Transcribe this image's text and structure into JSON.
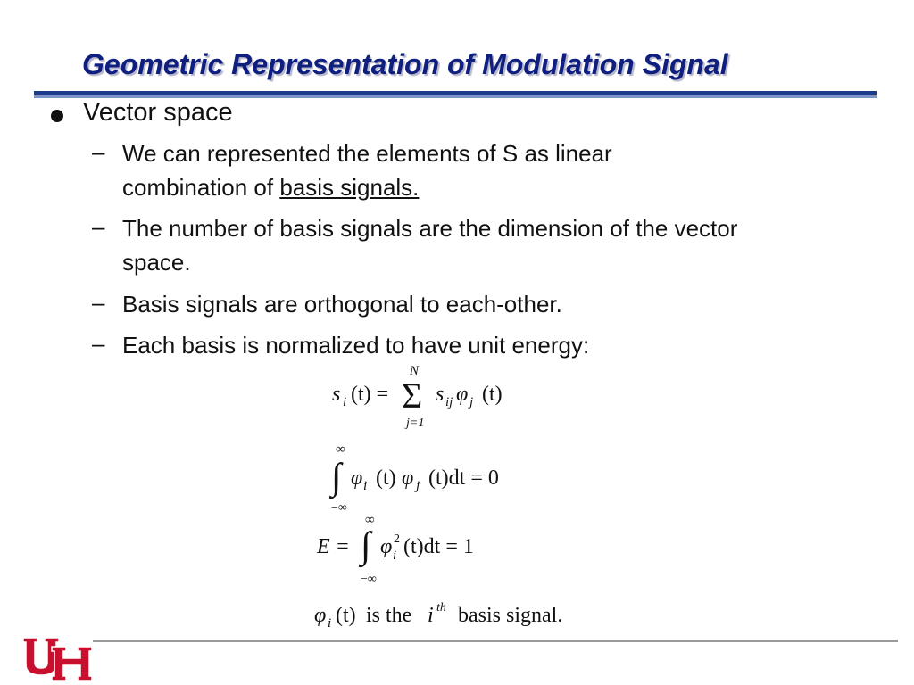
{
  "slide": {
    "title": "Geometric Representation of Modulation Signal",
    "bullet": "Vector space",
    "sub_bullets": [
      {
        "dash": "–",
        "line1": "We can  represented the elements of S as linear",
        "line2_prefix": "combination of ",
        "line2_link": "basis signals."
      },
      {
        "dash": "–",
        "line1": "The number of basis signals are the dimension of the vector",
        "line2": "space."
      },
      {
        "dash": "–",
        "line1": "Basis signals are orthogonal to each-other."
      },
      {
        "dash": "–",
        "line1": "Each basis is normalized to have unit energy:"
      }
    ]
  },
  "equations": {
    "eq1": {
      "lhs": "s",
      "lhs_sub": "i",
      "lhs_arg": "(t) =",
      "sum_top": "N",
      "sum_bottom": "j=1",
      "term": "s",
      "term_sub": "ij",
      "phi_sub": "j",
      "arg": "(t)"
    },
    "eq2": {
      "upper": "∞",
      "lower": "−∞",
      "phi1_sub": "i",
      "mid": "(t)",
      "phi2_sub": "j",
      "rest": "(t)dt = 0"
    },
    "eq3": {
      "lhs": "E =",
      "upper": "∞",
      "lower": "−∞",
      "sup": "2",
      "sub": "i",
      "rest": "(t)dt = 1"
    },
    "eq4": {
      "phi_sub": "i",
      "arg": "(t)",
      "text1": "is the",
      "i": "i",
      "sup": "th",
      "text2": "basis signal."
    }
  },
  "colors": {
    "title": "#0f1f80",
    "rule": "#1e3a8a",
    "logo_red": "#c8102e"
  },
  "icons": {
    "bullet": "bullet-dot-icon",
    "logo": "uh-logo-icon"
  }
}
